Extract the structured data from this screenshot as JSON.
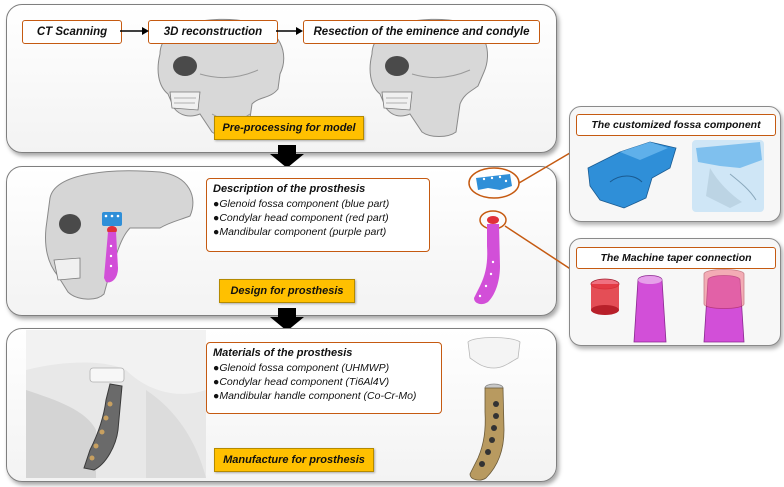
{
  "preprocessing": {
    "steps": [
      "CT Scanning",
      "3D reconstruction",
      "Resection of the eminence and condyle"
    ],
    "label": "Pre-processing for model"
  },
  "design": {
    "title": "Description of the prosthesis",
    "items": [
      "●Glenoid fossa component (blue part)",
      "●Condylar head component (red part)",
      "●Mandibular component (purple part)"
    ],
    "label": "Design for prosthesis"
  },
  "manufacture": {
    "title": "Materials of the prosthesis",
    "items": [
      "●Glenoid fossa component (UHMWP)",
      "●Condylar head component (Ti6Al4V)",
      "●Mandibular handle component (Co-Cr-Mo)"
    ],
    "label": "Manufacture for prosthesis"
  },
  "side": {
    "fossa_title": "The customized fossa component",
    "taper_title": "The Machine taper connection"
  },
  "colors": {
    "accent_border": "#c55a11",
    "label_fill": "#ffc000",
    "fossa_blue": "#2f8fd8",
    "condyle_red": "#e0303a",
    "mandible_purple": "#d24fd8"
  }
}
